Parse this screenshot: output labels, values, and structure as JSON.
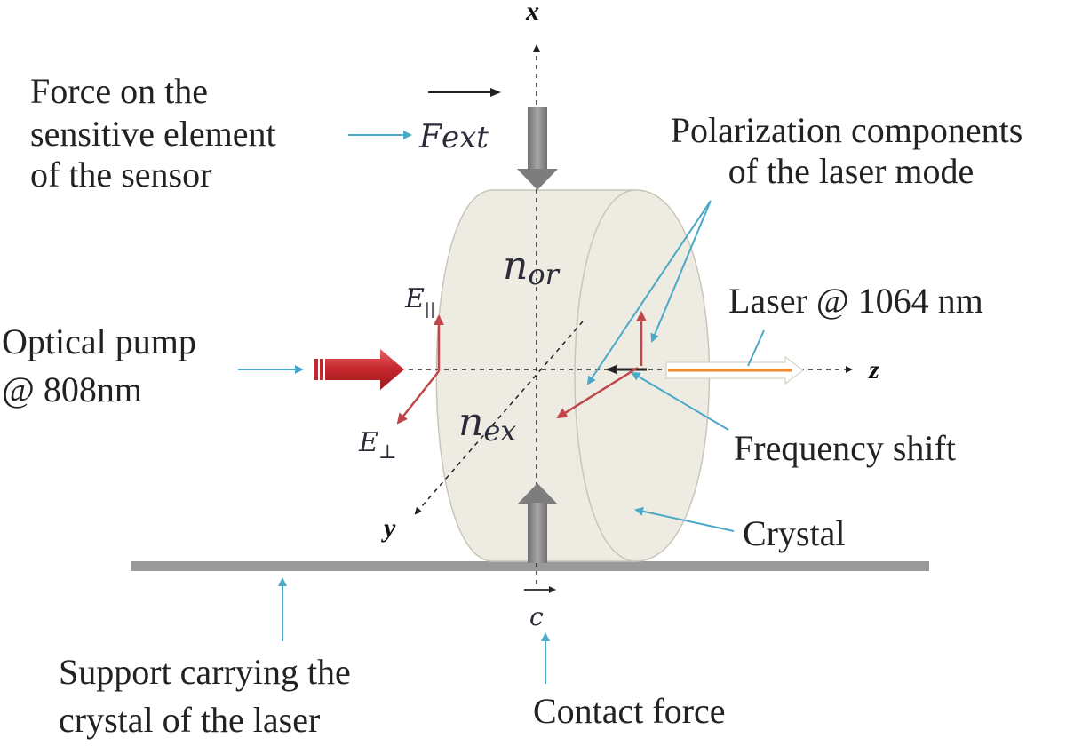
{
  "labels": {
    "force_on_element": [
      "Force on the",
      "sensitive element",
      "of the sensor"
    ],
    "f_ext": "F",
    "f_ext_sub": "ext",
    "polarization": [
      "Polarization components",
      "of the laser mode"
    ],
    "laser": "Laser @ 1064 nm",
    "optical_pump": [
      "Optical pump",
      "@ 808nm"
    ],
    "frequency_shift": "Frequency shift",
    "crystal": "Crystal",
    "support": [
      "Support carrying the",
      "crystal of the laser"
    ],
    "contact_force": "Contact force",
    "contact_symbol": "c",
    "n_or": "n",
    "n_or_sub": "or",
    "n_ex": "n",
    "n_ex_sub": "ex",
    "e_parallel": "E",
    "e_parallel_sub": "||",
    "e_perp": "E",
    "e_perp_sub": "⊥"
  },
  "axes": {
    "x": "x",
    "y": "y",
    "z": "z"
  },
  "colors": {
    "callout": "#4aa8c8",
    "pump": "#d0383c",
    "polarization": "#c0464a",
    "laser_beam": "#f08a2c",
    "force_arrow": "#8a8a8a",
    "crystal_fill": "#eeece2",
    "support": "#999999"
  }
}
